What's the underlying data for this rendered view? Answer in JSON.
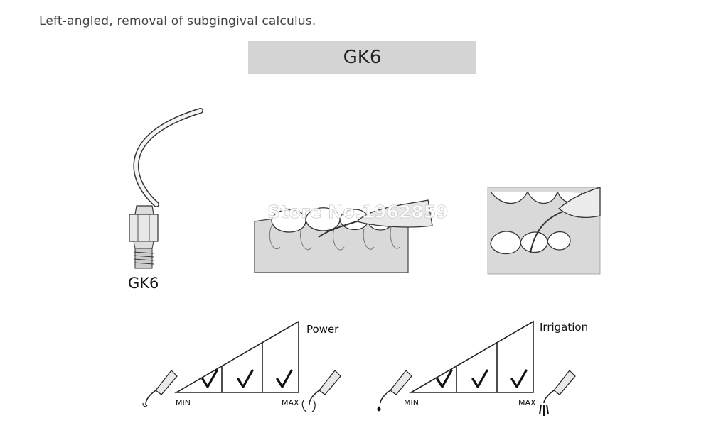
{
  "header": {
    "subtitle": "Left-angled, removal of subgingival calculus.",
    "title": "GK6"
  },
  "tip": {
    "label": "GK6"
  },
  "watermark": "Store No.1962859",
  "scales": [
    {
      "title": "Power",
      "min_label": "MIN",
      "max_label": "MAX",
      "checked": [
        true,
        true,
        true
      ]
    },
    {
      "title": "Irrigation",
      "min_label": "MIN",
      "max_label": "MAX",
      "checked": [
        true,
        true,
        true
      ]
    }
  ]
}
